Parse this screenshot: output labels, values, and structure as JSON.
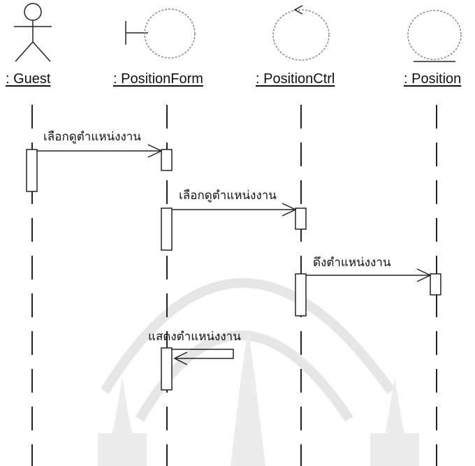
{
  "diagram": {
    "type": "sequence-diagram",
    "lifelines": [
      {
        "id": "guest",
        "label": ": Guest",
        "stereotype": "actor"
      },
      {
        "id": "form",
        "label": ": PositionForm",
        "stereotype": "boundary"
      },
      {
        "id": "ctrl",
        "label": ": PositionCtrl",
        "stereotype": "control"
      },
      {
        "id": "entity",
        "label": ": Position",
        "stereotype": "entity"
      }
    ],
    "messages": [
      {
        "from": "guest",
        "to": "form",
        "label": "เลือกดูตำแหน่งงาน",
        "kind": "call"
      },
      {
        "from": "form",
        "to": "ctrl",
        "label": "เลือกดูตำแหน่งงาน",
        "kind": "call"
      },
      {
        "from": "ctrl",
        "to": "entity",
        "label": "ดึงตำแหน่งงาน",
        "kind": "call"
      },
      {
        "from": "form",
        "to": "form",
        "label": "แสดงตำแหน่งงาน",
        "kind": "self"
      }
    ],
    "colors": {
      "ink": "#222222",
      "watermark": "#e9e9e9"
    }
  }
}
